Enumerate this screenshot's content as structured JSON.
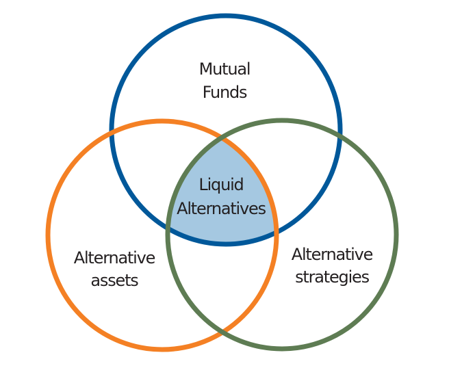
{
  "diagram": {
    "type": "venn",
    "sets": [
      {
        "id": "mutual_funds",
        "line1": "Mutual",
        "line2": "Funds",
        "color": "#00589a"
      },
      {
        "id": "alternative_assets",
        "line1": "Alternative",
        "line2": "assets",
        "color": "#f48024"
      },
      {
        "id": "alternative_strategies",
        "line1": "Alternative",
        "line2": "strategies",
        "color": "#5e7c53"
      }
    ],
    "intersection": {
      "sets": [
        "mutual_funds",
        "alternative_assets",
        "alternative_strategies"
      ],
      "line1": "Liquid",
      "line2": "Alternatives",
      "fill": "#a5c8e1"
    }
  }
}
